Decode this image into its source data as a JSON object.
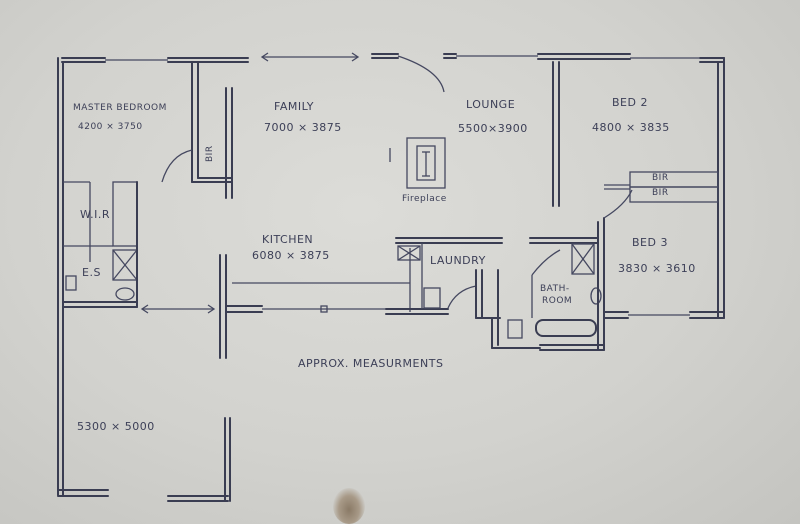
{
  "rooms": {
    "master_bedroom": {
      "name": "MASTER BEDROOM",
      "size": "4200 × 3750"
    },
    "wir": "W.I.R",
    "ensuite": "E.S",
    "bir_left": "BIR",
    "family": {
      "name": "FAMILY",
      "size": "7000 × 3875"
    },
    "lounge": {
      "name": "LOUNGE",
      "size": "5500×3900"
    },
    "fireplace": "Fireplace",
    "bed2": {
      "name": "BED 2",
      "size": "4800 × 3835"
    },
    "bir_bed2_top": "BIR",
    "bir_bed2_bottom": "BIR",
    "kitchen": {
      "name": "KITCHEN",
      "size": "6080 × 3875"
    },
    "laundry": "LAUNDRY",
    "bathroom_line1": "BATH-",
    "bathroom_line2": "ROOM",
    "bed3": {
      "name": "BED 3",
      "size": "3830 × 3610"
    },
    "garage": {
      "size": "5300 × 5000"
    }
  },
  "note": "APPROX. MEASURMENTS",
  "colors": {
    "ink": "#3a3d52",
    "paper": "#d4d4d0"
  }
}
